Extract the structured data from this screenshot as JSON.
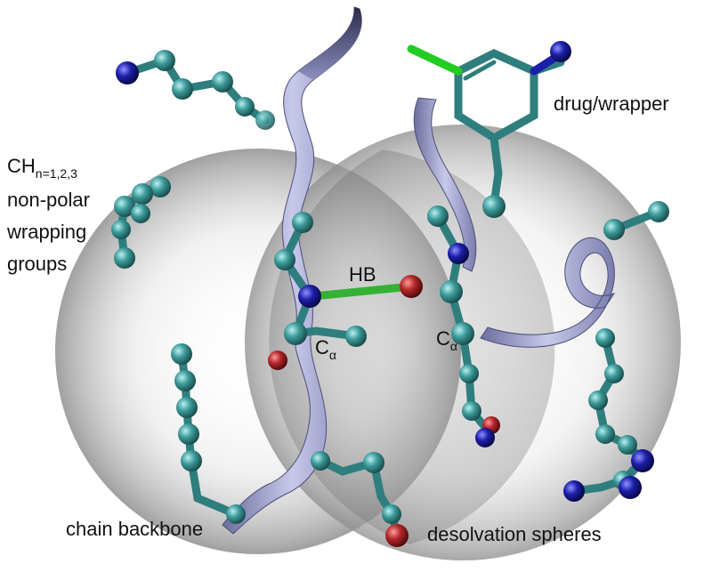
{
  "labels": {
    "ch_main": "CH",
    "ch_sub": "n=1,2,3",
    "ch_line2": "non-polar",
    "ch_line3": "wrapping",
    "ch_line4": "groups",
    "drug": "drug/wrapper",
    "hb": "HB",
    "calpha_main": "C",
    "calpha_sub": "α",
    "chain": "chain backbone",
    "desolvation": "desolvation spheres"
  },
  "colors": {
    "carbon": "#3d9a9a",
    "nitrogen": "#1c1fa8",
    "oxygen": "#b3262a",
    "chlorine": "#22cc22",
    "hbond": "#35b235",
    "ribbon": "#a6a8d2",
    "sphere": "#8c8c8c"
  }
}
